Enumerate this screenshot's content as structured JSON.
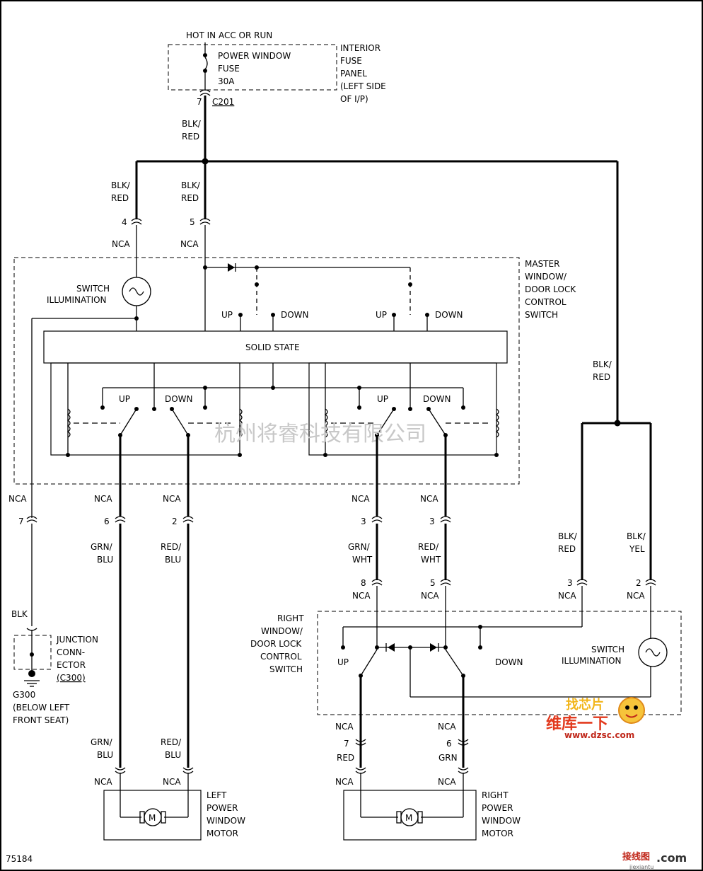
{
  "frame_border": "#000000",
  "top": {
    "hot_label": "HOT IN ACC OR RUN",
    "fuse_lines": [
      "POWER WINDOW",
      "FUSE",
      "30A"
    ],
    "panel_lines": [
      "INTERIOR",
      "FUSE",
      "PANEL",
      "(LEFT SIDE",
      "OF I/P)"
    ],
    "pin7": "7",
    "c201": "C201",
    "wire1": [
      "BLK/",
      "RED"
    ]
  },
  "branch": {
    "left_wire": [
      "BLK/",
      "RED"
    ],
    "mid_wire": [
      "BLK/",
      "RED"
    ],
    "pin4": "4",
    "pin5": "5",
    "nca4": "NCA",
    "nca5": "NCA",
    "right_wire": [
      "BLK/",
      "RED"
    ]
  },
  "master": {
    "title_lines": [
      "MASTER",
      "WINDOW/",
      "DOOR LOCK",
      "CONTROL",
      "SWITCH"
    ],
    "switch_illum": [
      "SWITCH",
      "ILLUMINATION"
    ],
    "up1": "UP",
    "down1": "DOWN",
    "up2": "UP",
    "down2": "DOWN",
    "solid_state": "SOLID STATE",
    "up3": "UP",
    "down3": "DOWN",
    "up4": "UP",
    "down4": "DOWN"
  },
  "watermark": "杭州将睿科技有限公司",
  "left_side": {
    "nca7": "NCA",
    "pin7": "7",
    "nca6": "NCA",
    "pin6": "6",
    "nca2": "NCA",
    "pin2": "2",
    "grn_blu": [
      "GRN/",
      "BLU"
    ],
    "red_blu": [
      "RED/",
      "BLU"
    ],
    "blk": "BLK",
    "junction": [
      "JUNCTION",
      "CONN-",
      "ECTOR",
      "(C300)"
    ],
    "g300": [
      "G300",
      "(BELOW LEFT",
      "FRONT SEAT)"
    ],
    "grn_blu2": [
      "GRN/",
      "BLU"
    ],
    "red_blu2": [
      "RED/",
      "BLU"
    ],
    "nca_m1": "NCA",
    "nca_m2": "NCA",
    "motor_label": [
      "LEFT",
      "POWER",
      "WINDOW",
      "MOTOR"
    ],
    "motor_symbol": "M"
  },
  "right_side": {
    "nca3a": "NCA",
    "pin3a": "3",
    "nca3b": "NCA",
    "pin3b": "3",
    "grn_wht": [
      "GRN/",
      "WHT"
    ],
    "red_wht": [
      "RED/",
      "WHT"
    ],
    "pin8": "8",
    "nca8": "NCA",
    "pin5": "5",
    "nca5": "NCA",
    "blk_red": [
      "BLK/",
      "RED"
    ],
    "blk_yel": [
      "BLK/",
      "YEL"
    ],
    "pin3c": "3",
    "nca3c": "NCA",
    "pin2": "2",
    "nca2": "NCA",
    "switch_title": [
      "RIGHT",
      "WINDOW/",
      "DOOR LOCK",
      "CONTROL",
      "SWITCH"
    ],
    "up": "UP",
    "down": "DOWN",
    "switch_illum": [
      "SWITCH",
      "ILLUMINATION"
    ],
    "nca7": "NCA",
    "pin7": "7",
    "red": "RED",
    "nca6": "NCA",
    "pin6": "6",
    "grn": "GRN",
    "nca_m1": "NCA",
    "nca_m2": "NCA",
    "motor_label": [
      "RIGHT",
      "POWER",
      "WINDOW",
      "MOTOR"
    ],
    "motor_symbol": "M"
  },
  "footer": {
    "code": "75184",
    "logo_top": "找芯片",
    "logo_mid": "维库一下",
    "logo_url": "www.dzsc.com",
    "corner": "接线图",
    "corner_com": ".com",
    "corner_url": "jiexiantu"
  }
}
